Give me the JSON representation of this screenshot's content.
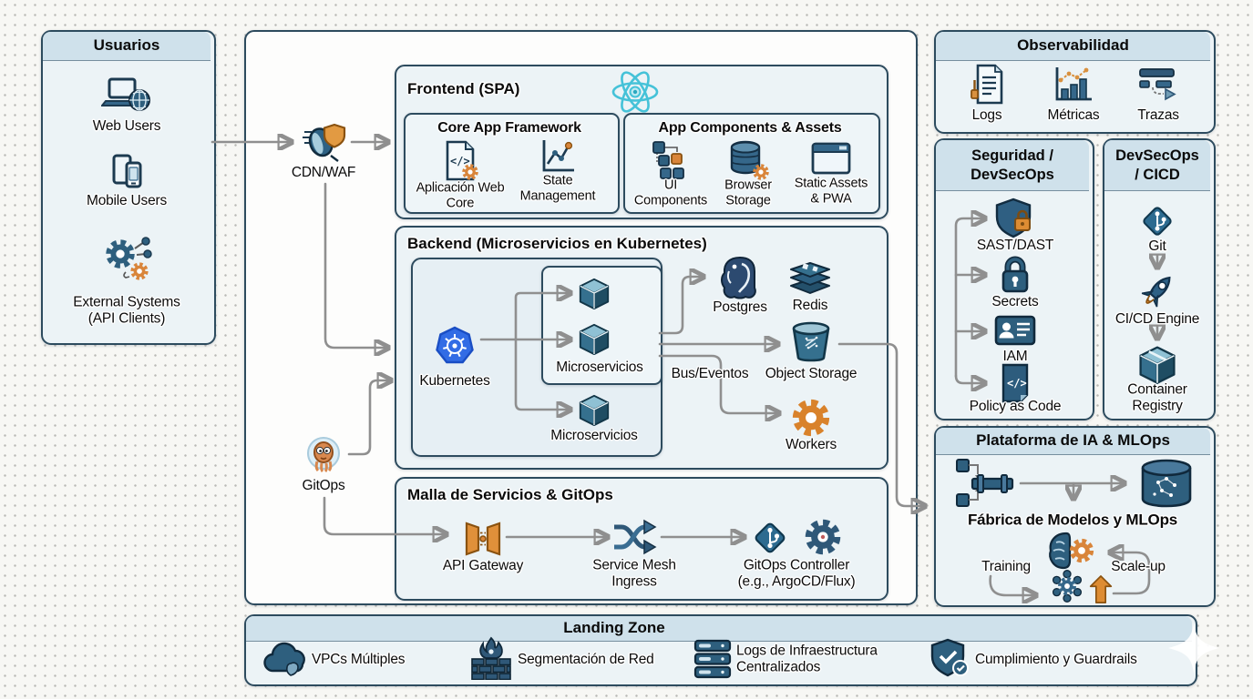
{
  "colors": {
    "border": "#2d4b5e",
    "box_fill": "#ecf3f6",
    "header_band": "#cfe1eb",
    "line_gray": "#8f8f8f",
    "steel_blue": "#2e5f7e",
    "accent_orange": "#dd8c33",
    "kubernetes_blue": "#326ce5",
    "react_cyan": "#45c2d8"
  },
  "users_box": {
    "title": "Usuarios",
    "items": [
      {
        "icon": "laptop-globe-icon",
        "label": "Web Users"
      },
      {
        "icon": "mobile-devices-icon",
        "label": "Mobile Users"
      },
      {
        "icon": "gears-integration-icon",
        "label_line1": "External Systems",
        "label_line2": "(API Clients)"
      }
    ]
  },
  "edge_nodes": {
    "cdn_label": "CDN/WAF",
    "gitops_label": "GitOps"
  },
  "frontend": {
    "title": "Frontend (SPA)",
    "framework_icon": "react-atom-icon",
    "core_box": {
      "title": "Core App Framework",
      "items": [
        {
          "icon": "code-document-gear-icon",
          "label_line1": "Aplicación Web",
          "label_line2": "Core"
        },
        {
          "icon": "state-chart-icon",
          "label_line1": "State",
          "label_line2": "Management"
        }
      ]
    },
    "components_box": {
      "title": "App Components & Assets",
      "items": [
        {
          "icon": "ui-blocks-icon",
          "label_line1": "UI",
          "label_line2": "Components"
        },
        {
          "icon": "database-gear-icon",
          "label_line1": "Browser",
          "label_line2": "Storage"
        },
        {
          "icon": "browser-window-icon",
          "label_line1": "Static Assets",
          "label_line2": "& PWA"
        }
      ]
    }
  },
  "backend": {
    "title": "Backend (Microservicios en Kubernetes)",
    "kubernetes_label": "Kubernetes",
    "microservices_group_label": "Microservicios",
    "microservices_single_label": "Microservicios",
    "postgres_label": "Postgres",
    "redis_label": "Redis",
    "bus_label": "Bus/Eventos",
    "object_storage_label": "Object Storage",
    "workers_label": "Workers"
  },
  "mesh_box": {
    "title": "Malla de Servicios & GitOps",
    "api_gateway_label": "API Gateway",
    "service_mesh_line1": "Service Mesh",
    "service_mesh_line2": "Ingress",
    "gitops_controller_line1": "GitOps Controller",
    "gitops_controller_line2": "(e.g., ArgoCD/Flux)"
  },
  "observability": {
    "title": "Observabilidad",
    "items": [
      {
        "icon": "logs-document-icon",
        "label": "Logs"
      },
      {
        "icon": "metrics-chart-icon",
        "label": "Métricas"
      },
      {
        "icon": "traces-spans-icon",
        "label": "Trazas"
      }
    ]
  },
  "security": {
    "title_line1": "Seguridad /",
    "title_line2": "DevSecOps",
    "items": [
      {
        "icon": "shield-lock-icon",
        "label": "SAST/DAST"
      },
      {
        "icon": "padlock-icon",
        "label": "Secrets"
      },
      {
        "icon": "id-card-icon",
        "label": "IAM"
      },
      {
        "icon": "policy-code-icon",
        "label": "Policy as Code"
      }
    ]
  },
  "cicd": {
    "title_line1": "DevSecOps",
    "title_line2": "/ CICD",
    "items": [
      {
        "icon": "git-diamond-icon",
        "label": "Git"
      },
      {
        "icon": "rocket-icon",
        "label": "CI/CD Engine"
      },
      {
        "icon": "package-cube-icon",
        "label_line1": "Container",
        "label_line2": "Registry"
      }
    ]
  },
  "mlops": {
    "title": "Plataforma de IA & MLOps",
    "subtitle": "Fábrica de Modelos y MLOps",
    "training_label": "Training",
    "scaleup_label": "Scale-up",
    "icons": [
      "pipeline-icon",
      "vector-database-icon",
      "brain-gear-icon",
      "gear-flower-icon",
      "orange-up-arrow-icon"
    ]
  },
  "landing_zone": {
    "title": "Landing Zone",
    "items": [
      {
        "icon": "cloud-icon",
        "label": "VPCs Múltiples"
      },
      {
        "icon": "firewall-icon",
        "label": "Segmentación de Red"
      },
      {
        "icon": "server-stack-icon",
        "label_line1": "Logs de Infraestructura",
        "label_line2": "Centralizados"
      },
      {
        "icon": "shield-check-icon",
        "label": "Cumplimiento y Guardrails"
      }
    ]
  }
}
